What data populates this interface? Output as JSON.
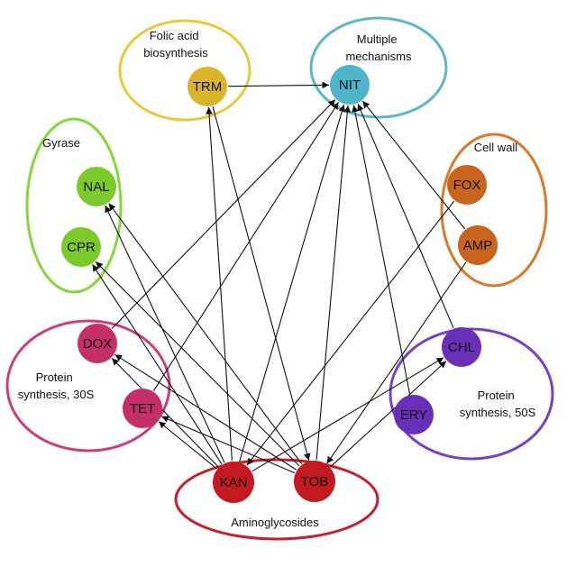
{
  "groups": {
    "folic": {
      "lines": [
        "Folic acid",
        "biosynthesis"
      ],
      "color": "#e8c93a"
    },
    "multiple": {
      "lines": [
        "Multiple",
        "mechanisms"
      ],
      "color": "#5bb8c9"
    },
    "gyrase": {
      "lines": [
        "Gyrase"
      ],
      "color": "#86d83a"
    },
    "cellwall": {
      "lines": [
        "Cell wall"
      ],
      "color": "#d97a2a"
    },
    "p30s": {
      "lines": [
        "Protein",
        "synthesis, 30S"
      ],
      "color": "#cc3d7a"
    },
    "p50s": {
      "lines": [
        "Protein",
        "synthesis, 50S"
      ],
      "color": "#7a3fc8"
    },
    "amino": {
      "lines": [
        "Aminoglycosides"
      ],
      "color": "#c8202a"
    }
  },
  "nodes": {
    "TRM": {
      "label": "TRM",
      "color": "#d9b52b"
    },
    "NIT": {
      "label": "NIT",
      "color": "#4fb3c9"
    },
    "NAL": {
      "label": "NAL",
      "color": "#7acb2a"
    },
    "CPR": {
      "label": "CPR",
      "color": "#7acb2a"
    },
    "FOX": {
      "label": "FOX",
      "color": "#c8641c"
    },
    "AMP": {
      "label": "AMP",
      "color": "#c8641c"
    },
    "DOX": {
      "label": "DOX",
      "color": "#c42f6a"
    },
    "TET": {
      "label": "TET",
      "color": "#c42f6a"
    },
    "CHL": {
      "label": "CHL",
      "color": "#6a2fb8"
    },
    "ERY": {
      "label": "ERY",
      "color": "#6a2fb8"
    },
    "KAN": {
      "label": "KAN",
      "color": "#c31a22"
    },
    "TOB": {
      "label": "TOB",
      "color": "#c31a22"
    }
  },
  "edges": [
    [
      "TRM",
      "NIT",
      "to"
    ],
    [
      "TRM",
      "KAN",
      "from"
    ],
    [
      "TRM",
      "TOB",
      "to"
    ],
    [
      "NIT",
      "DOX",
      "from"
    ],
    [
      "NIT",
      "TET",
      "from"
    ],
    [
      "NIT",
      "KAN",
      "from"
    ],
    [
      "NIT",
      "TOB",
      "from"
    ],
    [
      "NIT",
      "CHL",
      "from"
    ],
    [
      "NIT",
      "ERY",
      "from"
    ],
    [
      "NIT",
      "AMP",
      "from"
    ],
    [
      "NAL",
      "KAN",
      "from"
    ],
    [
      "NAL",
      "TOB",
      "from"
    ],
    [
      "CPR",
      "KAN",
      "from"
    ],
    [
      "CPR",
      "TOB",
      "from"
    ],
    [
      "DOX",
      "KAN",
      "from"
    ],
    [
      "DOX",
      "TOB",
      "from"
    ],
    [
      "TET",
      "KAN",
      "from"
    ],
    [
      "TET",
      "TOB",
      "from"
    ],
    [
      "FOX",
      "KAN",
      "to"
    ],
    [
      "AMP",
      "TOB",
      "to"
    ],
    [
      "CHL",
      "KAN",
      "from"
    ],
    [
      "CHL",
      "TOB",
      "from"
    ]
  ]
}
